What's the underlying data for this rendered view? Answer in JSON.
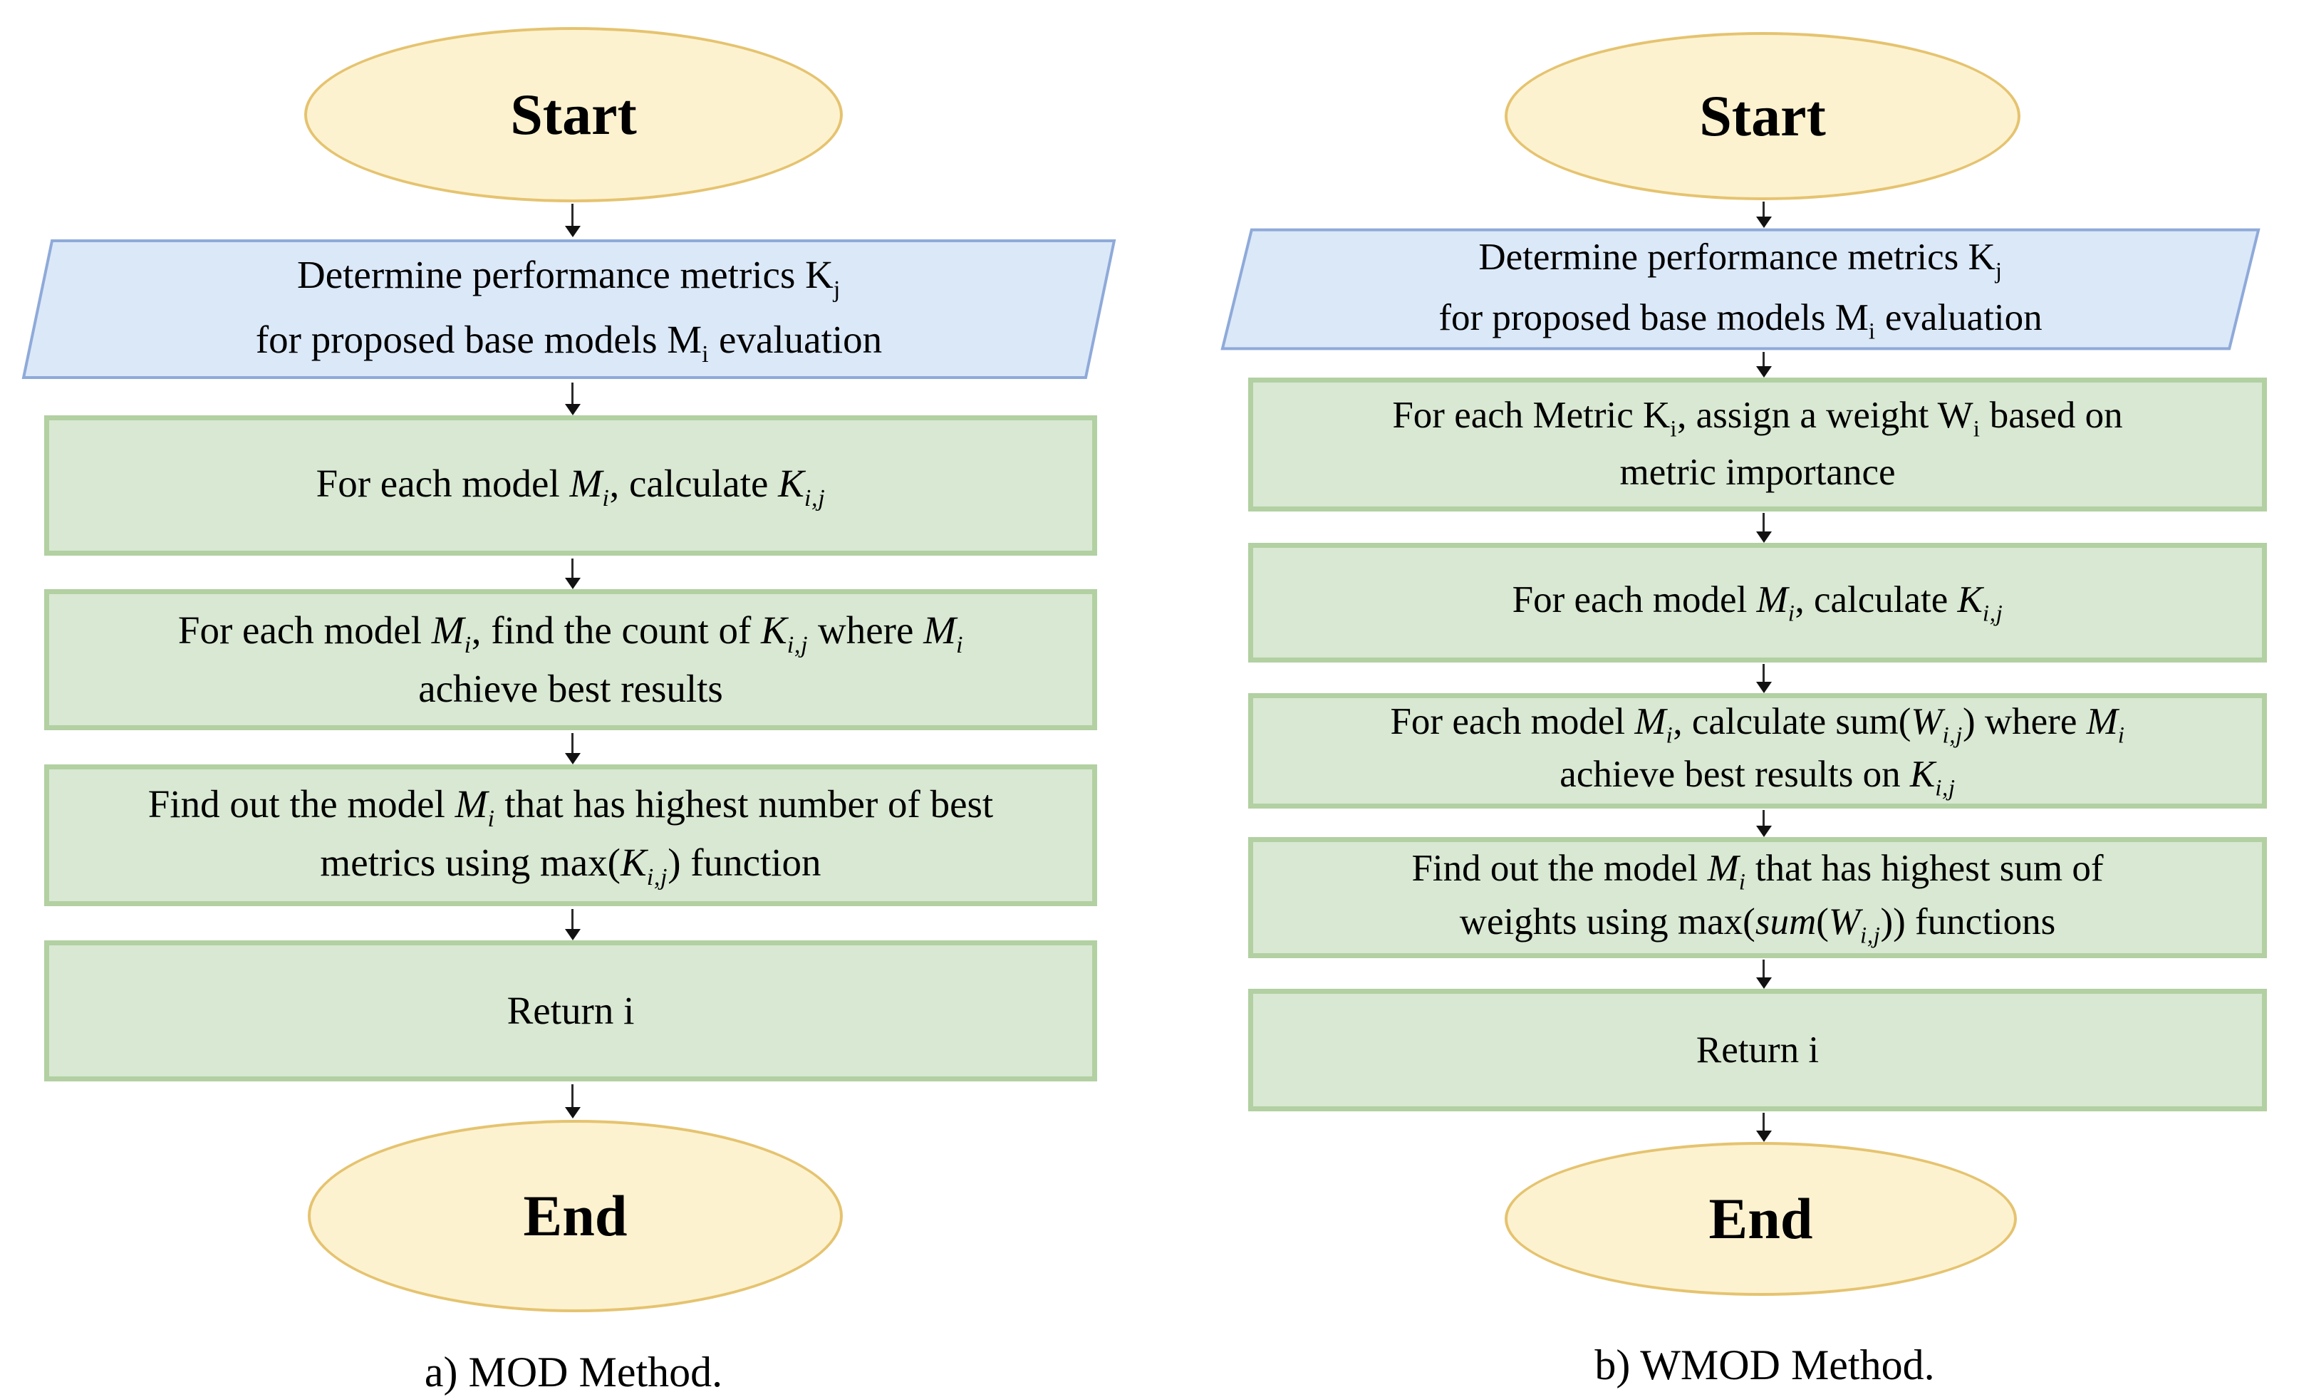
{
  "figure": {
    "type": "flowchart",
    "description": "Two flowcharts comparing model-selection methods"
  },
  "colors": {
    "background": "#FFFFFF",
    "terminal_fill": "#FDF2D0",
    "terminal_border": "#E5C36F",
    "input_fill": "#DBE8F8",
    "input_border": "#8FAAD9",
    "process_fill": "#D8E8D2",
    "process_border": "#B2D0A2",
    "arrow": "#1A1A1A",
    "text": "#000000"
  },
  "panels": {
    "a": {
      "caption": "a) MOD Method.",
      "start_label": "Start",
      "end_label": "End",
      "input": [
        [
          "Determine performance metrics K",
          ""
        ],
        [
          "j",
          "sub"
        ],
        [
          "",
          "br"
        ],
        [
          "for proposed base models M",
          ""
        ],
        [
          "i",
          "sub"
        ],
        [
          " evaluation",
          ""
        ]
      ],
      "steps": [
        [
          [
            "For each model ",
            ""
          ],
          [
            "M",
            "it"
          ],
          [
            "i",
            "itsub"
          ],
          [
            ", calculate ",
            ""
          ],
          [
            "K",
            "it"
          ],
          [
            "i,j",
            "itsub"
          ]
        ],
        [
          [
            "For each model ",
            ""
          ],
          [
            "M",
            "it"
          ],
          [
            "i",
            "itsub"
          ],
          [
            ", find the count of ",
            ""
          ],
          [
            "K",
            "it"
          ],
          [
            "i,j",
            "itsub"
          ],
          [
            " where ",
            ""
          ],
          [
            "M",
            "it"
          ],
          [
            "i",
            "itsub"
          ],
          [
            "",
            "br"
          ],
          [
            "achieve best results",
            ""
          ]
        ],
        [
          [
            "Find out the model ",
            ""
          ],
          [
            "M",
            "it"
          ],
          [
            "i",
            "itsub"
          ],
          [
            " that has highest number of best",
            ""
          ],
          [
            "",
            "br"
          ],
          [
            "metrics using max(",
            ""
          ],
          [
            "K",
            "it"
          ],
          [
            "i,j",
            "itsub"
          ],
          [
            ") function",
            ""
          ]
        ],
        [
          [
            "Return i",
            ""
          ]
        ]
      ]
    },
    "b": {
      "caption": "b) WMOD Method.",
      "start_label": "Start",
      "end_label": "End",
      "input": [
        [
          "Determine performance metrics K",
          ""
        ],
        [
          "j",
          "sub"
        ],
        [
          "",
          "br"
        ],
        [
          "for proposed base models M",
          ""
        ],
        [
          "i",
          "sub"
        ],
        [
          " evaluation",
          ""
        ]
      ],
      "steps": [
        [
          [
            "For each Metric K",
            ""
          ],
          [
            "i",
            "sub"
          ],
          [
            ", assign a weight W",
            ""
          ],
          [
            "i",
            "sub"
          ],
          [
            " based on",
            ""
          ],
          [
            "",
            "br"
          ],
          [
            "metric importance",
            ""
          ]
        ],
        [
          [
            "For each model ",
            ""
          ],
          [
            "M",
            "it"
          ],
          [
            "i",
            "itsub"
          ],
          [
            ", calculate ",
            ""
          ],
          [
            "K",
            "it"
          ],
          [
            "i,j",
            "itsub"
          ]
        ],
        [
          [
            "For each model ",
            ""
          ],
          [
            "M",
            "it"
          ],
          [
            "i",
            "itsub"
          ],
          [
            ", calculate sum(",
            ""
          ],
          [
            "W",
            "it"
          ],
          [
            "i,j",
            "itsub"
          ],
          [
            ") where ",
            ""
          ],
          [
            "M",
            "it"
          ],
          [
            "i",
            "itsub"
          ],
          [
            "",
            "br"
          ],
          [
            "achieve best results on ",
            ""
          ],
          [
            "K",
            "it"
          ],
          [
            "i,j",
            "itsub"
          ]
        ],
        [
          [
            "Find out the model ",
            ""
          ],
          [
            "M",
            "it"
          ],
          [
            "i",
            "itsub"
          ],
          [
            " that has highest sum of",
            ""
          ],
          [
            "",
            "br"
          ],
          [
            "weights using max(",
            ""
          ],
          [
            "sum",
            "it"
          ],
          [
            "(",
            ""
          ],
          [
            "W",
            "it"
          ],
          [
            "i,j",
            "itsub"
          ],
          [
            ")) functions",
            ""
          ]
        ],
        [
          [
            "Return i",
            ""
          ]
        ]
      ]
    }
  }
}
